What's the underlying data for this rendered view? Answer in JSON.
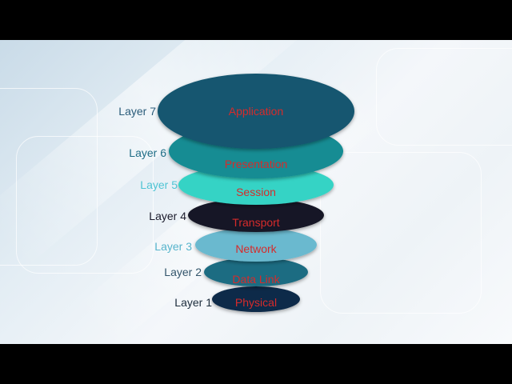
{
  "layers": [
    {
      "number_label": "Layer 7",
      "name": "Application",
      "color": "#12576f",
      "label_color": "#2a5c7a"
    },
    {
      "number_label": "Layer 6",
      "name": "Presentation",
      "color": "#128c93",
      "label_color": "#1f6d86"
    },
    {
      "number_label": "Layer 5",
      "name": "Session",
      "color": "#36d3c5",
      "label_color": "#4fc4d4"
    },
    {
      "number_label": "Layer 4",
      "name": "Transport",
      "color": "#141826",
      "label_color": "#1a1a2a"
    },
    {
      "number_label": "Layer 3",
      "name": "Network",
      "color": "#6ab9cf",
      "label_color": "#56b4cc"
    },
    {
      "number_label": "Layer 2",
      "name": "Data Link",
      "color": "#1d6c82",
      "label_color": "#33556b"
    },
    {
      "number_label": "Layer 1",
      "name": "Physical",
      "color": "#102c4a",
      "label_color": "#1c2c3c"
    }
  ],
  "text_color": "#d62b2b"
}
